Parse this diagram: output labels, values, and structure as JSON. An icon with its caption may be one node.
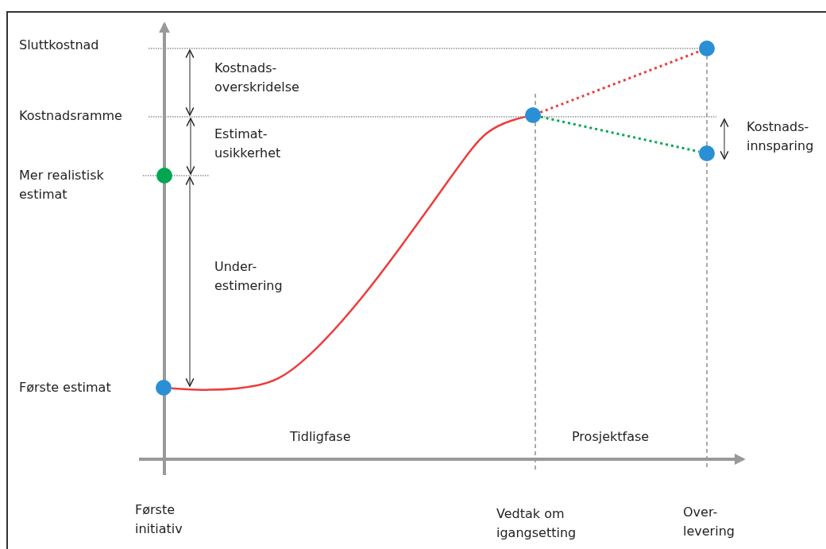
{
  "diagram": {
    "nodes": [
      {
        "text": [],
        "shape": "circle"
      },
      {
        "text": [],
        "shape": "circle"
      },
      {
        "text": [],
        "shape": "circle"
      },
      {
        "text": [],
        "shape": "circle"
      },
      {
        "text": [],
        "shape": "circle"
      }
    ],
    "edges": [
      {
        "from": 0,
        "to": 1,
        "arrow": "none",
        "color": "#ee3b3b"
      },
      {
        "from": 1,
        "to": 2,
        "arrow": "none",
        "style": "dashed",
        "color": "#ee3b3b"
      },
      {
        "from": 1,
        "to": 3,
        "arrow": "none",
        "style": "dashed",
        "color": "#00a651"
      }
    ],
    "labels": [
      "Sluttkostnad",
      "Kostnads- overskridelse",
      "Kostnadsramme",
      "Estimat- usikkerhet",
      "Kostnads- innsparing",
      "Mer realistisk estimat",
      "Under- estimering",
      "Første estimat",
      "Tidligfase",
      "Prosjektfase",
      "Første initiativ",
      "Vedtak om igangsetting",
      "Over- levering"
    ]
  }
}
